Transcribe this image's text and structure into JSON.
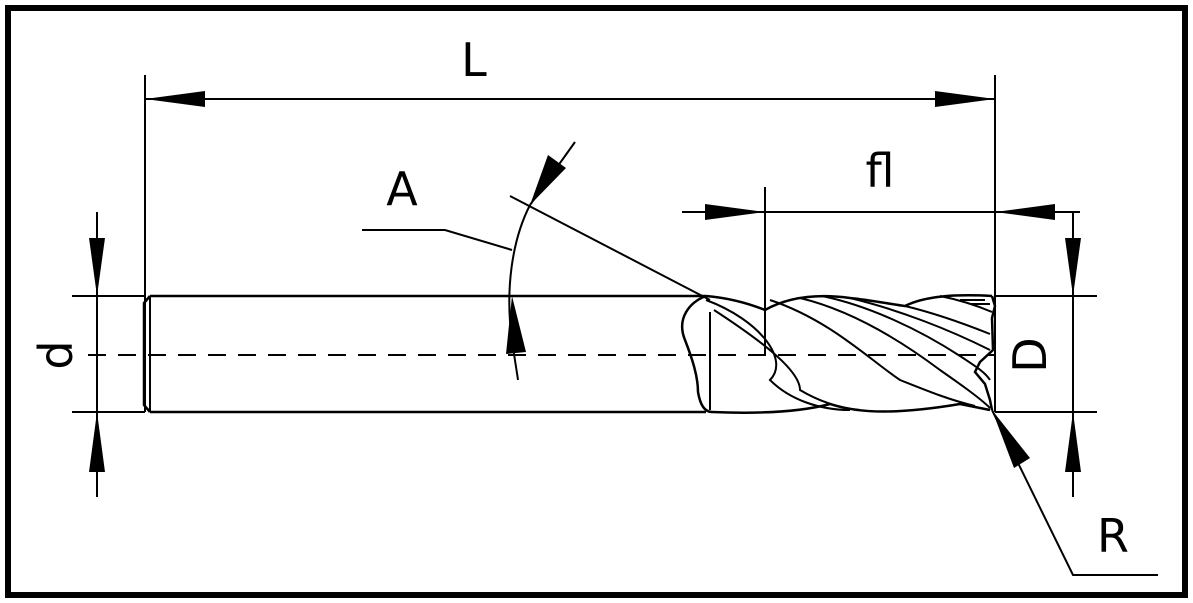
{
  "labels": {
    "length": "L",
    "angle": "A",
    "flute_length": "fl",
    "shank_diameter": "d",
    "cutting_diameter": "D",
    "corner_radius": "R"
  },
  "colors": {
    "line": "#000000",
    "background": "#ffffff"
  }
}
